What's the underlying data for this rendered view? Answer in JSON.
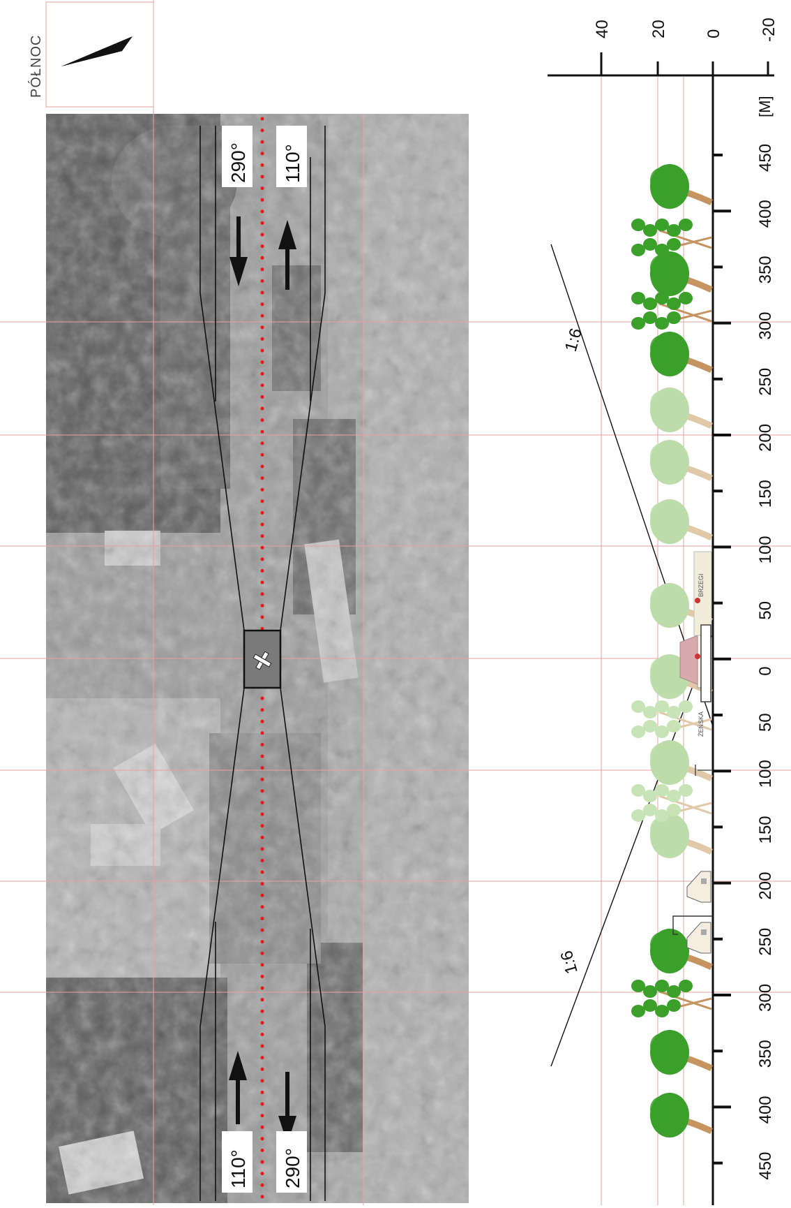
{
  "compass": {
    "label": "PÓŁNOC"
  },
  "runway": {
    "direction_top_left": "290°",
    "direction_top_right": "110°",
    "direction_bottom_left": "110°",
    "direction_bottom_right": "290°"
  },
  "profile": {
    "height_unit": "[M]",
    "height_ticks": [
      "40",
      "20",
      "0",
      "-20"
    ],
    "distance_ticks": [
      "450",
      "400",
      "350",
      "300",
      "250",
      "200",
      "150",
      "100",
      "50",
      "0",
      "50",
      "100",
      "150",
      "200",
      "250",
      "300",
      "350",
      "400",
      "450"
    ],
    "slope_label_top": "1:6",
    "slope_label_bottom": "1:6",
    "building_label_left": "BRZEGI",
    "building_label_right": "ŻEŃSKA"
  },
  "colors": {
    "grid_line": "#e8a0a0",
    "centerline_dots": "#e81a1a",
    "tree_dark": "#3a9a2a",
    "tree_light": "#b9dba6",
    "trunk": "#c8a070",
    "aerial_dark": "#5e5e5e",
    "aerial_light": "#a0a0a0"
  }
}
